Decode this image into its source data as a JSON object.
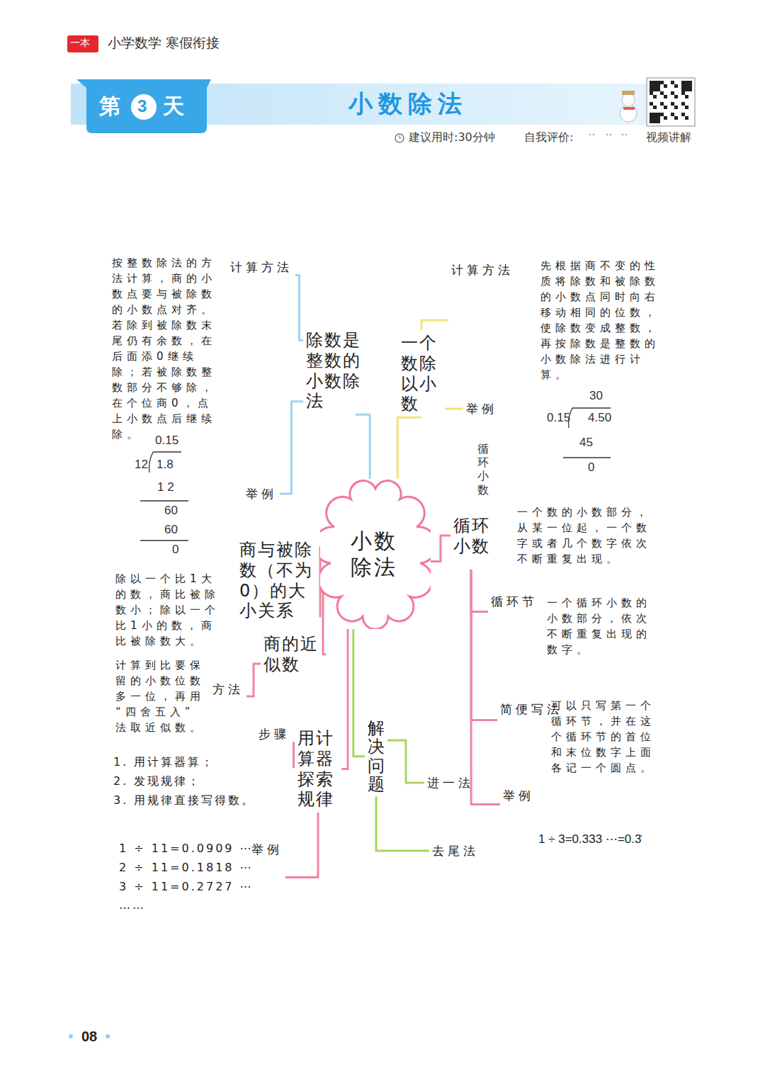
{
  "diagram": {
    "title": "小数除法",
    "nodes": [
      {
        "text": [
          "小数除法"
        ]
      },
      {
        "text": [
          "除数是整数的小数除法"
        ]
      },
      {
        "text": [
          "计算方法",
          "按整数除法的方法计算，商的小数点要与被除数的小数点对齐。若除到被除数末尾仍有余数，在后面添0继续除；若被除数整数部分不够除，在个位商0，点上小数点后继续除。"
        ]
      },
      {
        "text": [
          "举例"
        ]
      },
      {
        "text": [
          "一个数除以小数"
        ]
      },
      {
        "text": [
          "计算方法",
          "先根据商不变的性质将除数和被除数的小数点同时向右移动相同的位数，使除数变成整数，再按除数是整数的小数除法进行计算。"
        ]
      },
      {
        "text": [
          "举例"
        ]
      },
      {
        "text": [
          "循环小数",
          "一个数的小数部分，从某一位起，一个数字或者几个数字依次不断重复出现。"
        ]
      },
      {
        "text": [
          "循环节",
          "一个循环小数的小数部分，依次不断重复出现的数字。"
        ]
      },
      {
        "text": [
          "简便写法",
          "可以只写第一个循环节，并在这个循环节的首位和末位数字上面各记一个圆点。"
        ]
      },
      {
        "text": [
          "举例",
          "1 ÷ 3=0.333 ⋯=0.3̇"
        ]
      },
      {
        "text": [
          "解决问题"
        ]
      },
      {
        "text": [
          "进一法"
        ]
      },
      {
        "text": [
          "去尾法"
        ]
      },
      {
        "text": [
          "商与被除数（不为0）的大小关系",
          "除以一个比1大的数，商比被除数小；除以一个比1小的数，商比被除数大。"
        ]
      },
      {
        "text": [
          "商的近似数"
        ]
      },
      {
        "text": [
          "方法",
          "计算到比要保留的小数位数多一位，再用“四舍五入”法取近似数。"
        ]
      },
      {
        "text": [
          "用计算器探索规律"
        ]
      },
      {
        "text": [
          "步骤",
          "1. 用计算器算；",
          "2. 发现规律；",
          "3. 用规律直接写得数。"
        ]
      },
      {
        "text": [
          "举例",
          "1 ÷ 11=0.0909 ⋯",
          "2 ÷ 11=0.1818 ⋯",
          "3 ÷ 11=0.2727 ⋯",
          "……"
        ]
      }
    ],
    "edges": [
      {
        "from": 0,
        "to": 1,
        "arrow": "none"
      },
      {
        "from": 1,
        "to": 2,
        "arrow": "none"
      },
      {
        "from": 1,
        "to": 3,
        "arrow": "none"
      },
      {
        "from": 0,
        "to": 4,
        "arrow": "none"
      },
      {
        "from": 4,
        "to": 5,
        "arrow": "none"
      },
      {
        "from": 4,
        "to": 6,
        "arrow": "none"
      },
      {
        "from": 0,
        "to": 7,
        "arrow": "none"
      },
      {
        "from": 7,
        "to": 8,
        "arrow": "none"
      },
      {
        "from": 7,
        "to": 9,
        "arrow": "none"
      },
      {
        "from": 7,
        "to": 10,
        "arrow": "none"
      },
      {
        "from": 0,
        "to": 11,
        "arrow": "none"
      },
      {
        "from": 11,
        "to": 12,
        "arrow": "none"
      },
      {
        "from": 11,
        "to": 13,
        "arrow": "none"
      },
      {
        "from": 0,
        "to": 14,
        "arrow": "none"
      },
      {
        "from": 0,
        "to": 15,
        "arrow": "none"
      },
      {
        "from": 15,
        "to": 16,
        "arrow": "none"
      },
      {
        "from": 0,
        "to": 17,
        "arrow": "none"
      },
      {
        "from": 17,
        "to": 18,
        "arrow": "none"
      },
      {
        "from": 17,
        "to": 19,
        "arrow": "none"
      }
    ],
    "labels": [
      "一本",
      "小学数学 寒假衔接",
      "第",
      "3",
      "天",
      "建议用时:30分钟",
      "自我评价:",
      "视频讲解",
      "0.15",
      "12",
      "1.8",
      "1 2",
      "60",
      "60",
      "0",
      "30",
      "0.15",
      "4.50",
      "45",
      "0",
      "循环小数",
      "08"
    ]
  }
}
